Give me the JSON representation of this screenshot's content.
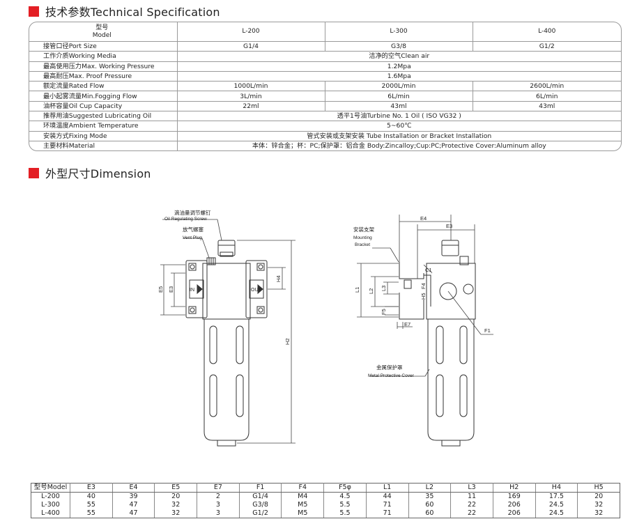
{
  "section1_title": "技术参数Technical Specification",
  "section2_title": "外型尺寸Dimension",
  "spec": {
    "header": {
      "label_cn": "型号",
      "label_en": "Model",
      "models": [
        "L-200",
        "L-300",
        "L-400"
      ]
    },
    "rows": [
      {
        "label": "接管口径Port Size",
        "values": [
          "G1/4",
          "G3/8",
          "G1/2"
        ]
      },
      {
        "label": "工作介质Working Media",
        "span": "洁净的空气Clean air"
      },
      {
        "label": "最高使用压力Max. Working Pressure",
        "span": "1.2Mpa"
      },
      {
        "label": "最高耐压Max. Proof Pressure",
        "span": "1.6Mpa"
      },
      {
        "label": "额定流量Rated Flow",
        "values": [
          "1000L/min",
          "2000L/min",
          "2600L/min"
        ]
      },
      {
        "label": "最小起雾流量Min.Fogging Flow",
        "values": [
          "3L/min",
          "6L/min",
          "6L/min"
        ]
      },
      {
        "label": "油杯容量Oil Cup Capacity",
        "values": [
          "22ml",
          "43ml",
          "43ml"
        ]
      },
      {
        "label": "推荐用油Suggested Lubricating Oil",
        "span": "透平1号油Turbine No.  1 Oil ( ISO VG32 )"
      },
      {
        "label": "环境温度Ambient Temperature",
        "span": "5~60℃"
      },
      {
        "label": "安装方式Fixing Mode",
        "span": "管式安装或支架安装  Tube Installation or Bracket Installation"
      },
      {
        "label": "主要材料Material",
        "span": "本体：锌合金；杯：PC;保护罩：铝合金 Body:Zincalloy;Cup:PC;Protective Cover:Aluminum alloy"
      }
    ]
  },
  "drawing": {
    "oil_reg_cn": "滴油量调节螺钉",
    "oil_reg_en": "Oil Regulating Screw",
    "vent_cn": "放气螺塞",
    "vent_en": "Vent Plug",
    "bracket_cn": "安装支架",
    "bracket_en1": "Mounting",
    "bracket_en2": "Bracket",
    "cover_cn": "金属保护罩",
    "cover_en": "Metal Protective Cover",
    "in_label": "IN",
    "out_label": "OUT",
    "dims": {
      "E3": "E3",
      "E4": "E4",
      "E5": "E5",
      "E7": "E7",
      "F1": "F1",
      "F5": "F5",
      "H2": "H2",
      "H4": "H4",
      "H5": "H5",
      "L1": "L1",
      "L2": "L2",
      "L3": "L3",
      "C1": "C1",
      "F4": "F4"
    }
  },
  "dim_table": {
    "headers": [
      "型号Model",
      "E3",
      "E4",
      "E5",
      "E7",
      "F1",
      "F4",
      "F5φ",
      "L1",
      "L2",
      "L3",
      "H2",
      "H4",
      "H5"
    ],
    "rows": [
      [
        "L-200",
        "40",
        "39",
        "20",
        "2",
        "G1/4",
        "M4",
        "4.5",
        "44",
        "35",
        "11",
        "169",
        "17.5",
        "20"
      ],
      [
        "L-300",
        "55",
        "47",
        "32",
        "3",
        "G3/8",
        "M5",
        "5.5",
        "71",
        "60",
        "22",
        "206",
        "24.5",
        "32"
      ],
      [
        "L-400",
        "55",
        "47",
        "32",
        "3",
        "G1/2",
        "M5",
        "5.5",
        "71",
        "60",
        "22",
        "206",
        "24.5",
        "32"
      ]
    ]
  }
}
